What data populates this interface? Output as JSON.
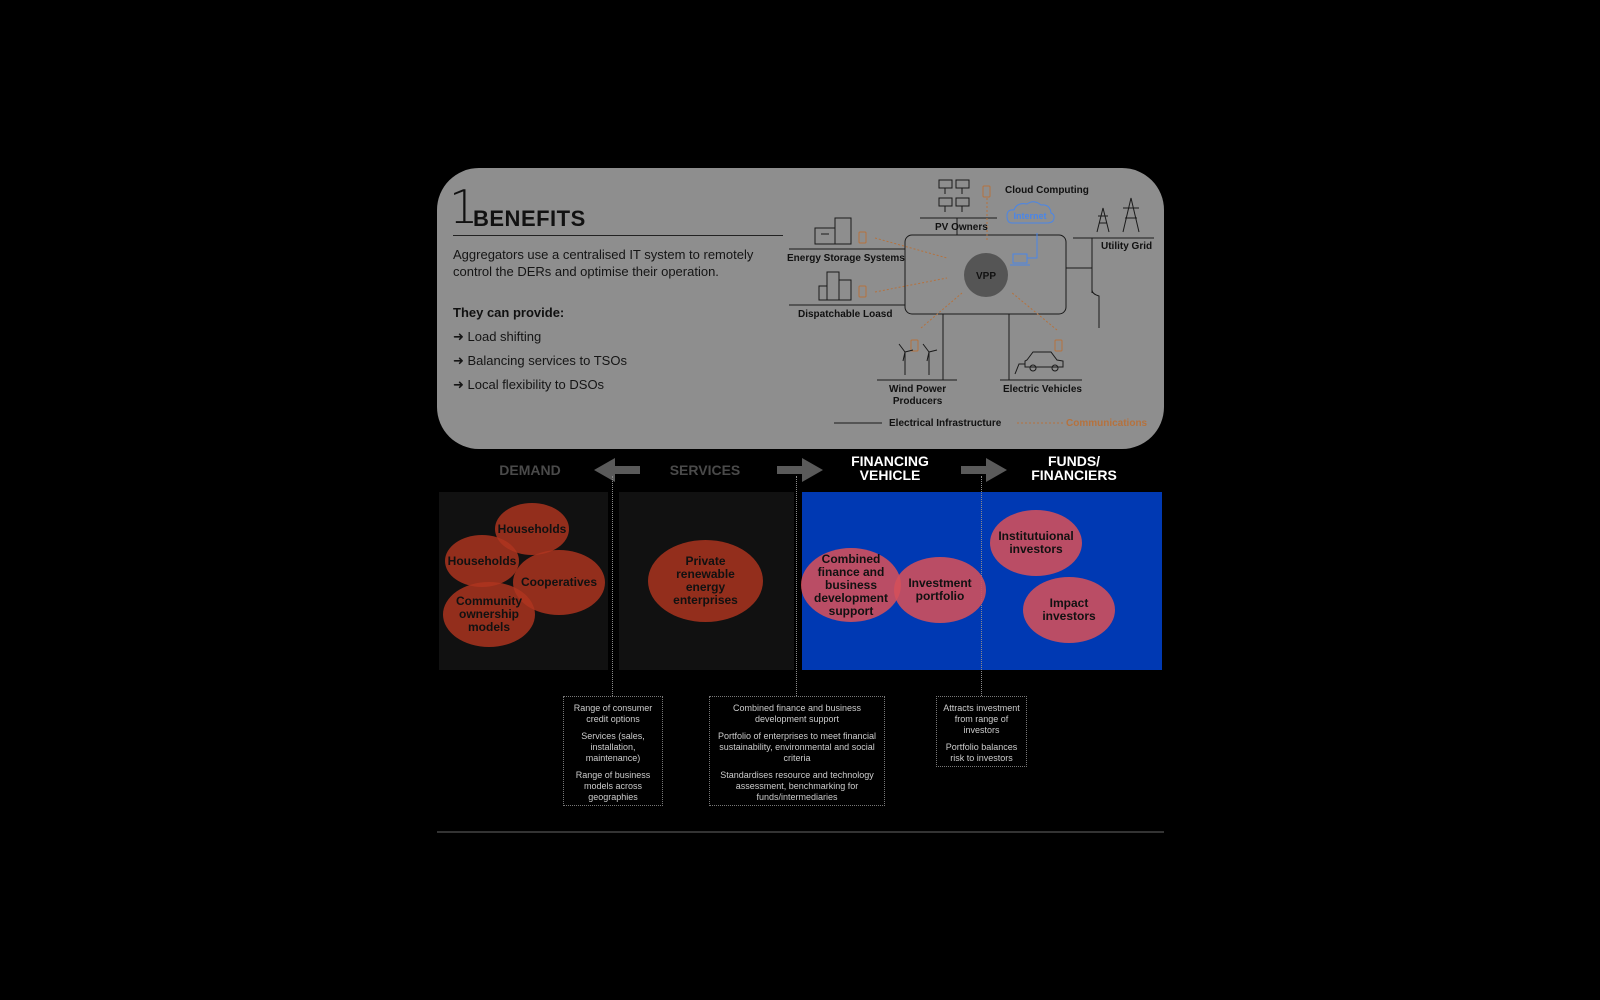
{
  "benefits": {
    "number": "1",
    "title": "BENEFITS",
    "description": "Aggregators use a centralised IT system to remotely control the DERs and optimise their operation.",
    "provide_label": "They can provide:",
    "provide_items": [
      "➜ Load shifting",
      "➜ Balancing services to TSOs",
      "➜ Local flexibility to DSOs"
    ]
  },
  "diagram": {
    "center": "VPP",
    "cloud_label": "Cloud Computing",
    "cloud_text": "Internet",
    "pv": "PV Owners",
    "storage": "Energy Storage Systems",
    "loads": "Dispatchable Loasd",
    "grid": "Utility Grid",
    "wind": [
      "Wind Power",
      "Producers"
    ],
    "ev": "Electric Vehicles",
    "legend_electrical": "Electrical Infrastructure",
    "legend_comms": "Communications"
  },
  "stages": {
    "demand": "DEMAND",
    "services": "SERVICES",
    "financing": [
      "FINANCING",
      "VEHICLE"
    ],
    "funds": [
      "FUNDS/",
      "FINANCIERS"
    ]
  },
  "demand_items": [
    "Households",
    "Households",
    "Cooperatives",
    "Community ownership models"
  ],
  "services_items": [
    "Private renewable energy enterprises"
  ],
  "financing_items": [
    "Combined finance and business development support",
    "Investment portfolio"
  ],
  "funds_items": [
    "Institutuional investors",
    "Impact investors"
  ],
  "notes": {
    "services": [
      "Range of consumer credit options",
      "Services (sales, installation, maintenance)",
      "Range of business models across geographies"
    ],
    "financing": [
      "Combined finance and business development support",
      "Portfolio of enterprises to meet financial sustainability, environmental and social criteria",
      "Standardises resource and technology assessment, benchmarking for funds/intermediaries"
    ],
    "funds": [
      "Attracts investment from range of investors",
      "Portfolio balances risk to investors"
    ]
  },
  "colors": {
    "panel": "#8e8e8e",
    "financing_box": "#0039b3",
    "ellipse_dark": "#b0341e",
    "ellipse_pink": "#d4505a",
    "communications": "#b5723e",
    "internet": "#4a86e8"
  }
}
